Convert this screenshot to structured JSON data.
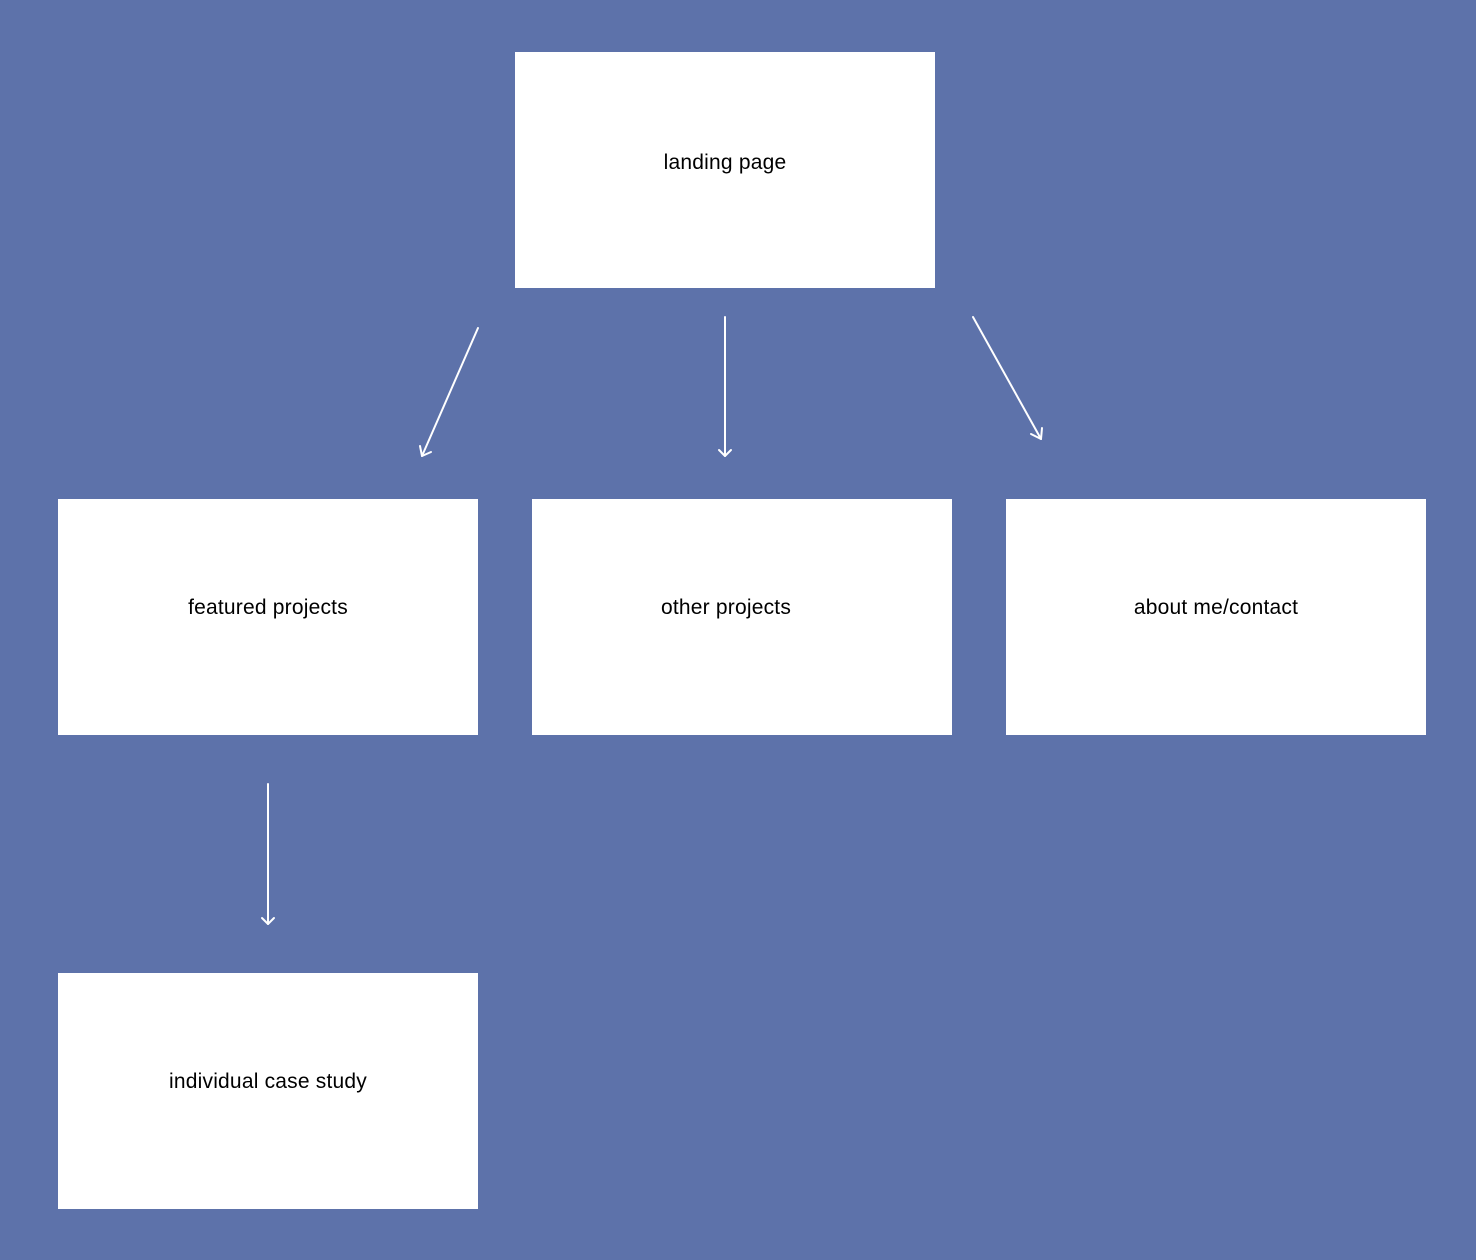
{
  "diagram": {
    "background_color": "#5d72aa",
    "node_color": "#ffffff",
    "arrow_color": "#ffffff",
    "nodes": [
      {
        "id": "landing",
        "label": "landing page"
      },
      {
        "id": "featured",
        "label": "featured projects"
      },
      {
        "id": "other",
        "label": "other projects"
      },
      {
        "id": "about",
        "label": "about me/contact"
      },
      {
        "id": "case",
        "label": "individual case study"
      }
    ],
    "edges": [
      {
        "from": "landing",
        "to": "featured"
      },
      {
        "from": "landing",
        "to": "other"
      },
      {
        "from": "landing",
        "to": "about"
      },
      {
        "from": "featured",
        "to": "case"
      }
    ]
  }
}
